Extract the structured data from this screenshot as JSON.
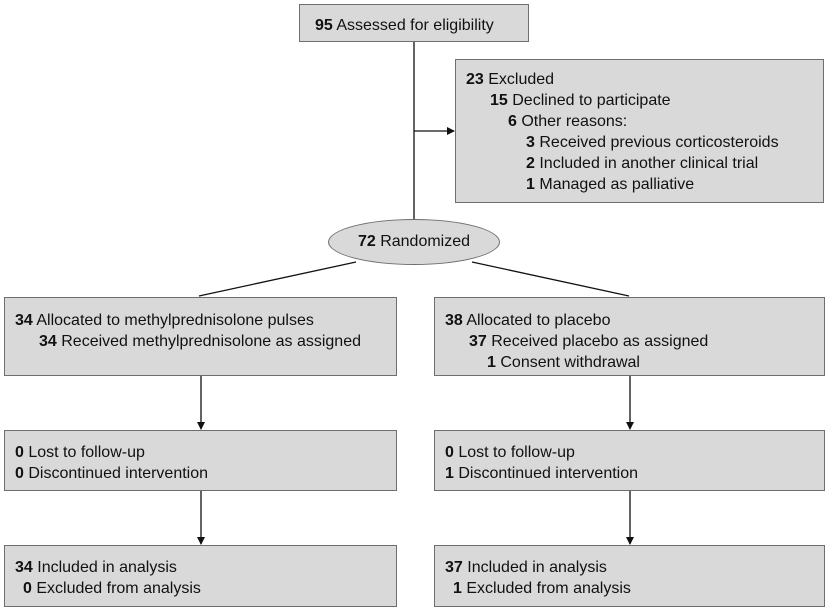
{
  "assessed": {
    "n": "95",
    "text": "Assessed for eligibility"
  },
  "excluded": {
    "n": "23",
    "text": "Excluded",
    "declined": {
      "n": "15",
      "text": "Declined to participate"
    },
    "other": {
      "n": "6",
      "text": "Other reasons:"
    },
    "steroids": {
      "n": "3",
      "text": "Received previous corticosteroids"
    },
    "trial": {
      "n": "2",
      "text": "Included in another clinical trial"
    },
    "palliative": {
      "n": "1",
      "text": "Managed as palliative"
    }
  },
  "randomized": {
    "n": "72",
    "text": "Randomized"
  },
  "left": {
    "allocated": {
      "n": "34",
      "text": "Allocated to methylprednisolone pulses"
    },
    "received": {
      "n": "34",
      "text": "Received methylprednisolone as assigned"
    },
    "lost": {
      "n": "0",
      "text": "Lost to follow-up"
    },
    "discontinued": {
      "n": "0",
      "text": "Discontinued intervention"
    },
    "included": {
      "n": "34",
      "text": "Included in analysis"
    },
    "excluded": {
      "n": "0",
      "text": "Excluded from analysis"
    }
  },
  "right": {
    "allocated": {
      "n": "38",
      "text": "Allocated to placebo"
    },
    "received": {
      "n": "37",
      "text": "Received placebo as assigned"
    },
    "withdrawal": {
      "n": "1",
      "text": "Consent withdrawal"
    },
    "lost": {
      "n": "0",
      "text": "Lost to follow-up"
    },
    "discontinued": {
      "n": "1",
      "text": "Discontinued intervention"
    },
    "included": {
      "n": "37",
      "text": "Included in analysis"
    },
    "excluded": {
      "n": "1",
      "text": "Excluded from analysis"
    }
  }
}
